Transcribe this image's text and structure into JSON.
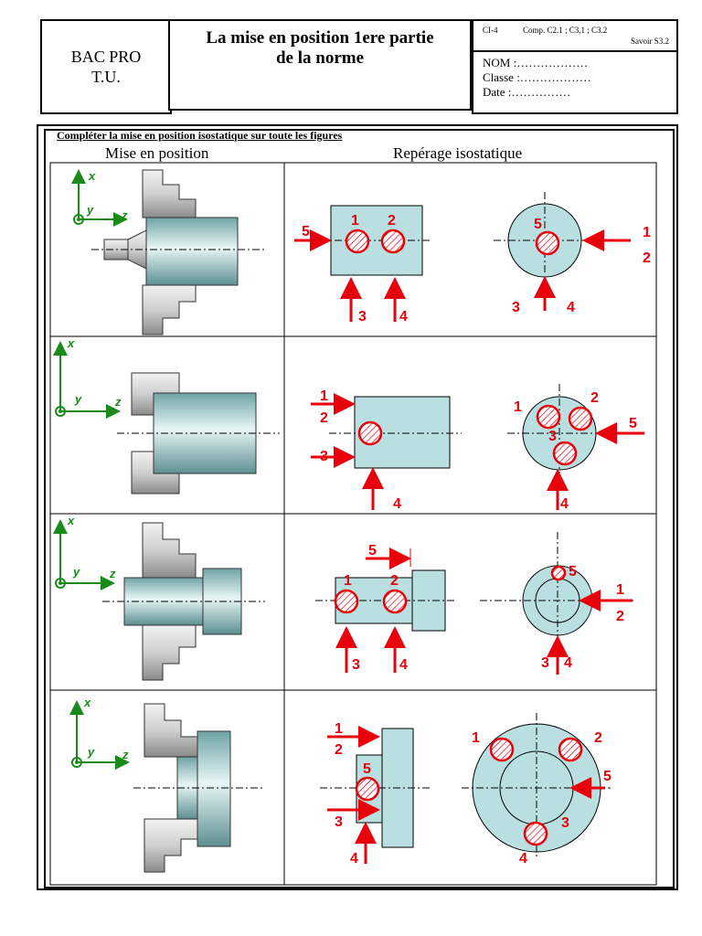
{
  "header": {
    "bac_line1": "BAC PRO",
    "bac_line2": "T.U.",
    "title_line1": "La mise en position 1ere partie",
    "title_line2": "de la norme",
    "ci": "CI-4",
    "comp": "Comp. C2.1 ; C3,1 ; C3.2",
    "savoir": "Savoir S3.2",
    "nom": "NOM :………………",
    "classe": "Classe :………………",
    "date": "Date :……………"
  },
  "instruction": "Compléter la mise en position isostatique sur toute les figures",
  "columns": {
    "left": "Mise en position",
    "right": "Repérage isostatique"
  },
  "axes": {
    "x": "x",
    "y": "y",
    "z": "z"
  },
  "colors": {
    "part_fill": "#b9dfe0",
    "chuck_fill": "#d9d9d9",
    "axis_green": "#1a8a1a",
    "support_red": "#e8000b"
  },
  "labels": [
    "1",
    "2",
    "3",
    "4",
    "5"
  ]
}
